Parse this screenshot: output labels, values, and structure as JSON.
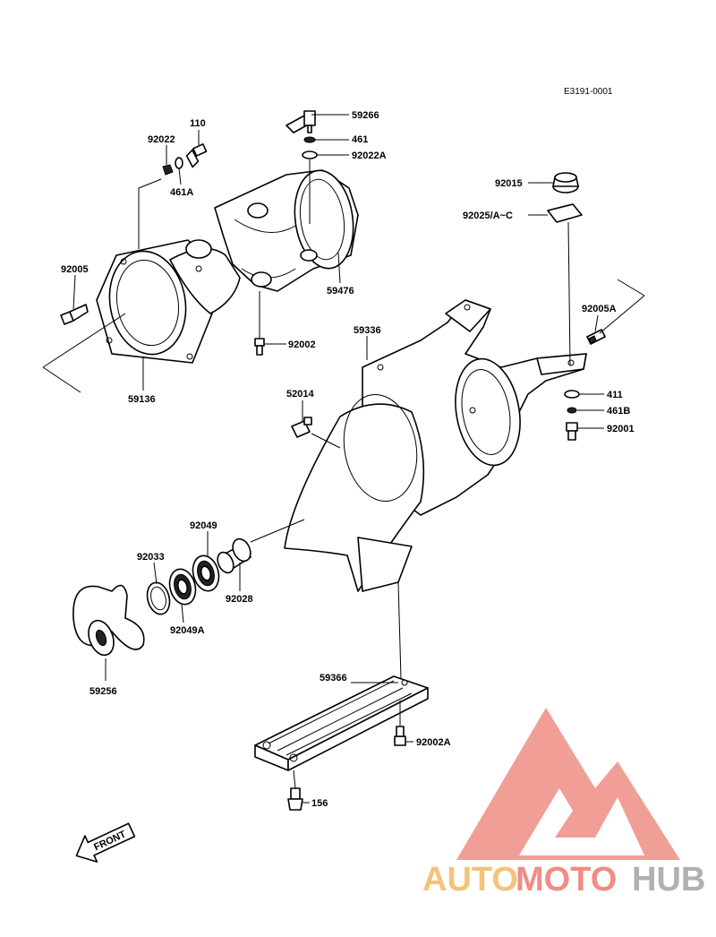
{
  "diagram": {
    "reference_code": "E3191-0001",
    "front_label": "FRONT",
    "parts": {
      "p110": "110",
      "p92022": "92022",
      "p461A": "461A",
      "p92005": "92005",
      "p59136": "59136",
      "p59266": "59266",
      "p461": "461",
      "p92022A": "92022A",
      "p59476": "59476",
      "p92002": "92002",
      "p92015": "92015",
      "p92025": "92025/A~C",
      "p92005A": "92005A",
      "p59336": "59336",
      "p52014": "52014",
      "p411": "411",
      "p461B": "461B",
      "p92001": "92001",
      "p92049": "92049",
      "p92033": "92033",
      "p92028": "92028",
      "p92049A": "92049A",
      "p59256": "59256",
      "p59366": "59366",
      "p92002A": "92002A",
      "p156": "156"
    }
  },
  "watermark": {
    "brand_auto": "AUTO",
    "brand_moto": "MOTO",
    "brand_hub": "HUB",
    "colors": {
      "auto": "#f5c27a",
      "moto": "#ef8d86",
      "hub": "#b0b0b0",
      "logo": "#f0948c"
    }
  }
}
